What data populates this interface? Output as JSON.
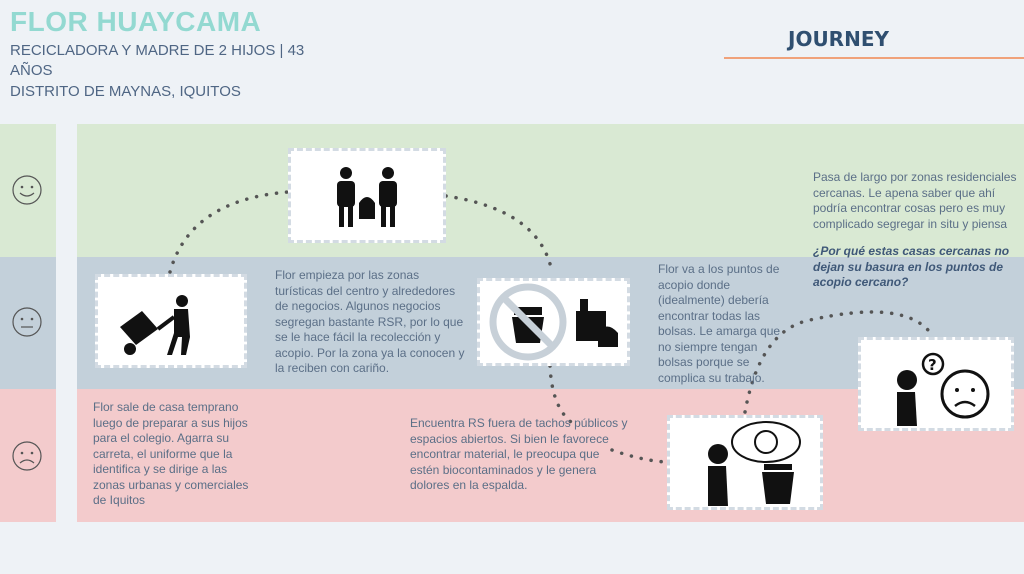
{
  "header": {
    "name": "FLOR HUAYCAMA",
    "subtitle_line1": "RECICLADORA Y MADRE DE 2 HIJOS  | 43",
    "subtitle_line2": "AÑOS",
    "subtitle_line3": "DISTRITO DE MAYNAS, IQUITOS",
    "section_title": "JOURNEY"
  },
  "colors": {
    "happy_band": "#d9e9d3",
    "neutral_band": "#c3d0da",
    "sad_band": "#f3cbcc",
    "accent": "#f0a27a",
    "title": "#93d9d1"
  },
  "emotions": [
    {
      "icon": "smile-face-icon"
    },
    {
      "icon": "neutral-face-icon"
    },
    {
      "icon": "sad-face-icon"
    }
  ],
  "steps": [
    {
      "text": "Flor sale de casa temprano luego de preparar a sus hijos para el colegio. Agarra su carreta, el uniforme que la identifica y se dirige a las zonas urbanas y comerciales de Iquitos"
    },
    {
      "text": "Flor empieza por las zonas turísticas del centro y alrededores de negocios. Algunos negocios segregan bastante RSR, por lo que se le hace fácil la recolección y acopio. Por la zona ya la conocen y la reciben con cariño."
    },
    {
      "text": "Encuentra RS fuera de tachos públicos y espacios abiertos. Si bien le favorece encontrar material, le preocupa que estén biocontaminados y le genera dolores en la espalda."
    },
    {
      "text": "Flor va a los puntos de acopio donde (idealmente) debería encontrar todas las bolsas. Le amarga que no siempre tengan bolsas porque se complica su trabajo."
    },
    {
      "text": "Pasa de largo por zonas residenciales cercanas. Le apena saber que ahí podría encontrar cosas pero es muy complicado segregar in situ y piensa",
      "question": "¿Por qué estas casas cercanas no dejan su basura en los puntos de acopio cercano?"
    }
  ]
}
